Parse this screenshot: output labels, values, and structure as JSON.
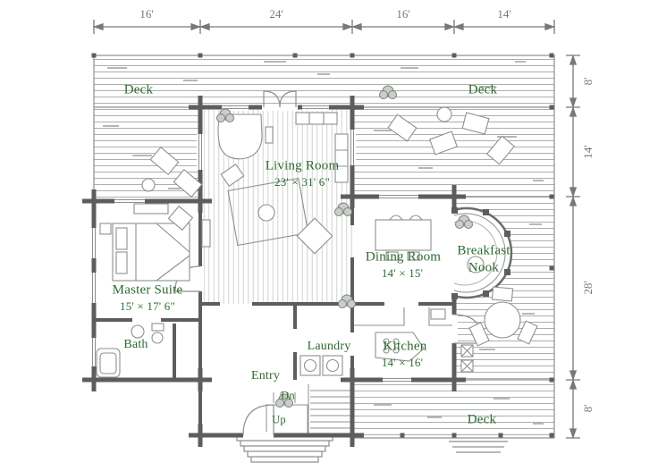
{
  "plan": {
    "dims_top": [
      "16'",
      "24'",
      "16'",
      "14'"
    ],
    "dims_right": [
      "8'",
      "14'",
      "28'",
      "8'"
    ],
    "rooms": {
      "deck_top_left": "Deck",
      "deck_top_right": "Deck",
      "deck_bottom": "Deck",
      "living_name": "Living Room",
      "living_size": "23' × 31' 6\"",
      "master_name": "Master Suite",
      "master_size": "15' × 17' 6\"",
      "bath": "Bath",
      "dining_name": "Dining Room",
      "dining_size": "14' × 15'",
      "nook_line1": "Breakfast",
      "nook_line2": "Nook",
      "kitchen_name": "Kitchen",
      "kitchen_size": "14' × 16'",
      "laundry": "Laundry",
      "entry": "Entry",
      "stair_down": "Dn",
      "stair_up": "Up"
    },
    "colors": {
      "label_green": "#2c6a31",
      "wall_gray": "#5b5e5c",
      "line_gray": "#8d908d",
      "dim_gray": "#757a75"
    }
  }
}
